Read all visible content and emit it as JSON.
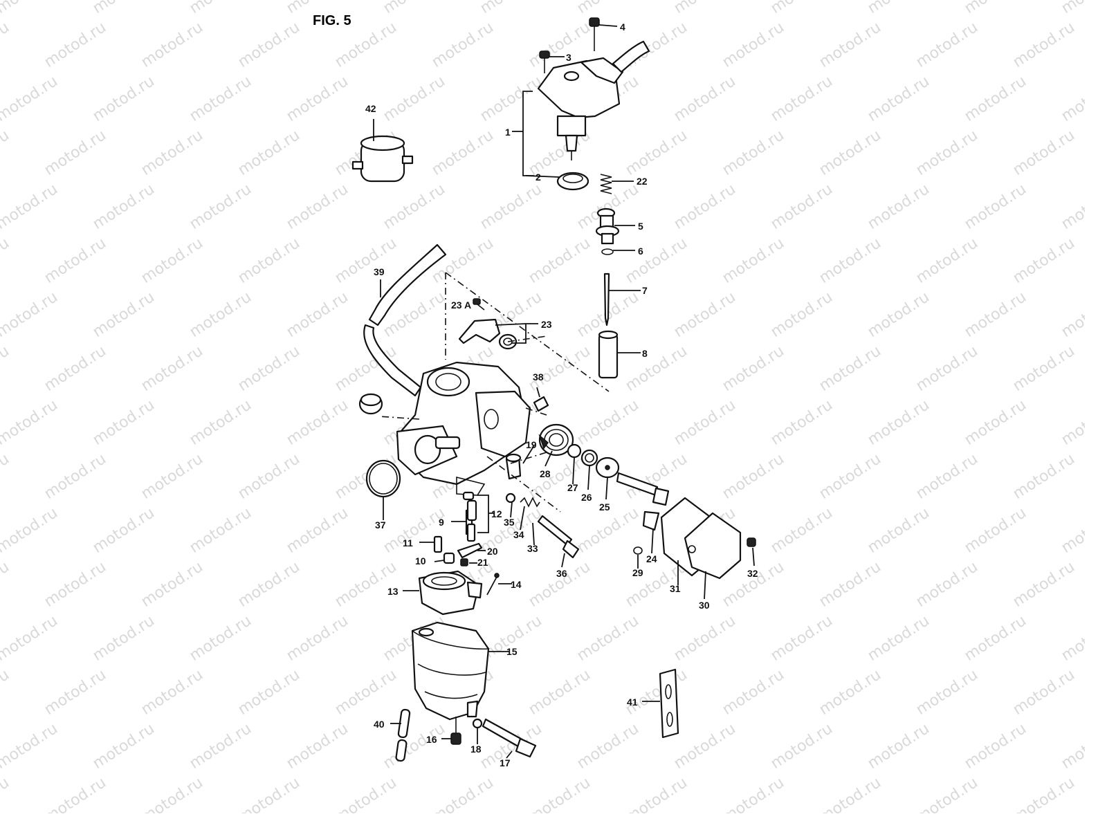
{
  "figure": {
    "title": "FIG. 5",
    "watermark": "motod.ru"
  },
  "callouts": [
    {
      "id": "c1",
      "label": "1"
    },
    {
      "id": "c2",
      "label": "2"
    },
    {
      "id": "c3",
      "label": "3"
    },
    {
      "id": "c4",
      "label": "4"
    },
    {
      "id": "c5",
      "label": "5"
    },
    {
      "id": "c6",
      "label": "6"
    },
    {
      "id": "c7",
      "label": "7"
    },
    {
      "id": "c8",
      "label": "8"
    },
    {
      "id": "c9",
      "label": "9"
    },
    {
      "id": "c10",
      "label": "10"
    },
    {
      "id": "c11",
      "label": "11"
    },
    {
      "id": "c12",
      "label": "12"
    },
    {
      "id": "c13",
      "label": "13"
    },
    {
      "id": "c14",
      "label": "14"
    },
    {
      "id": "c15",
      "label": "15"
    },
    {
      "id": "c16",
      "label": "16"
    },
    {
      "id": "c17",
      "label": "17"
    },
    {
      "id": "c18",
      "label": "18"
    },
    {
      "id": "c19",
      "label": "19"
    },
    {
      "id": "c20",
      "label": "20"
    },
    {
      "id": "c21",
      "label": "21"
    },
    {
      "id": "c22",
      "label": "22"
    },
    {
      "id": "c23",
      "label": "23"
    },
    {
      "id": "c23a",
      "label": "23 A"
    },
    {
      "id": "c24",
      "label": "24"
    },
    {
      "id": "c25",
      "label": "25"
    },
    {
      "id": "c26",
      "label": "26"
    },
    {
      "id": "c27",
      "label": "27"
    },
    {
      "id": "c28",
      "label": "28"
    },
    {
      "id": "c29",
      "label": "29"
    },
    {
      "id": "c30",
      "label": "30"
    },
    {
      "id": "c31",
      "label": "31"
    },
    {
      "id": "c32",
      "label": "32"
    },
    {
      "id": "c33",
      "label": "33"
    },
    {
      "id": "c34",
      "label": "34"
    },
    {
      "id": "c35",
      "label": "35"
    },
    {
      "id": "c36",
      "label": "36"
    },
    {
      "id": "c37",
      "label": "37"
    },
    {
      "id": "c38",
      "label": "38"
    },
    {
      "id": "c39",
      "label": "39"
    },
    {
      "id": "c40",
      "label": "40"
    },
    {
      "id": "c41",
      "label": "41"
    },
    {
      "id": "c42",
      "label": "42"
    }
  ]
}
